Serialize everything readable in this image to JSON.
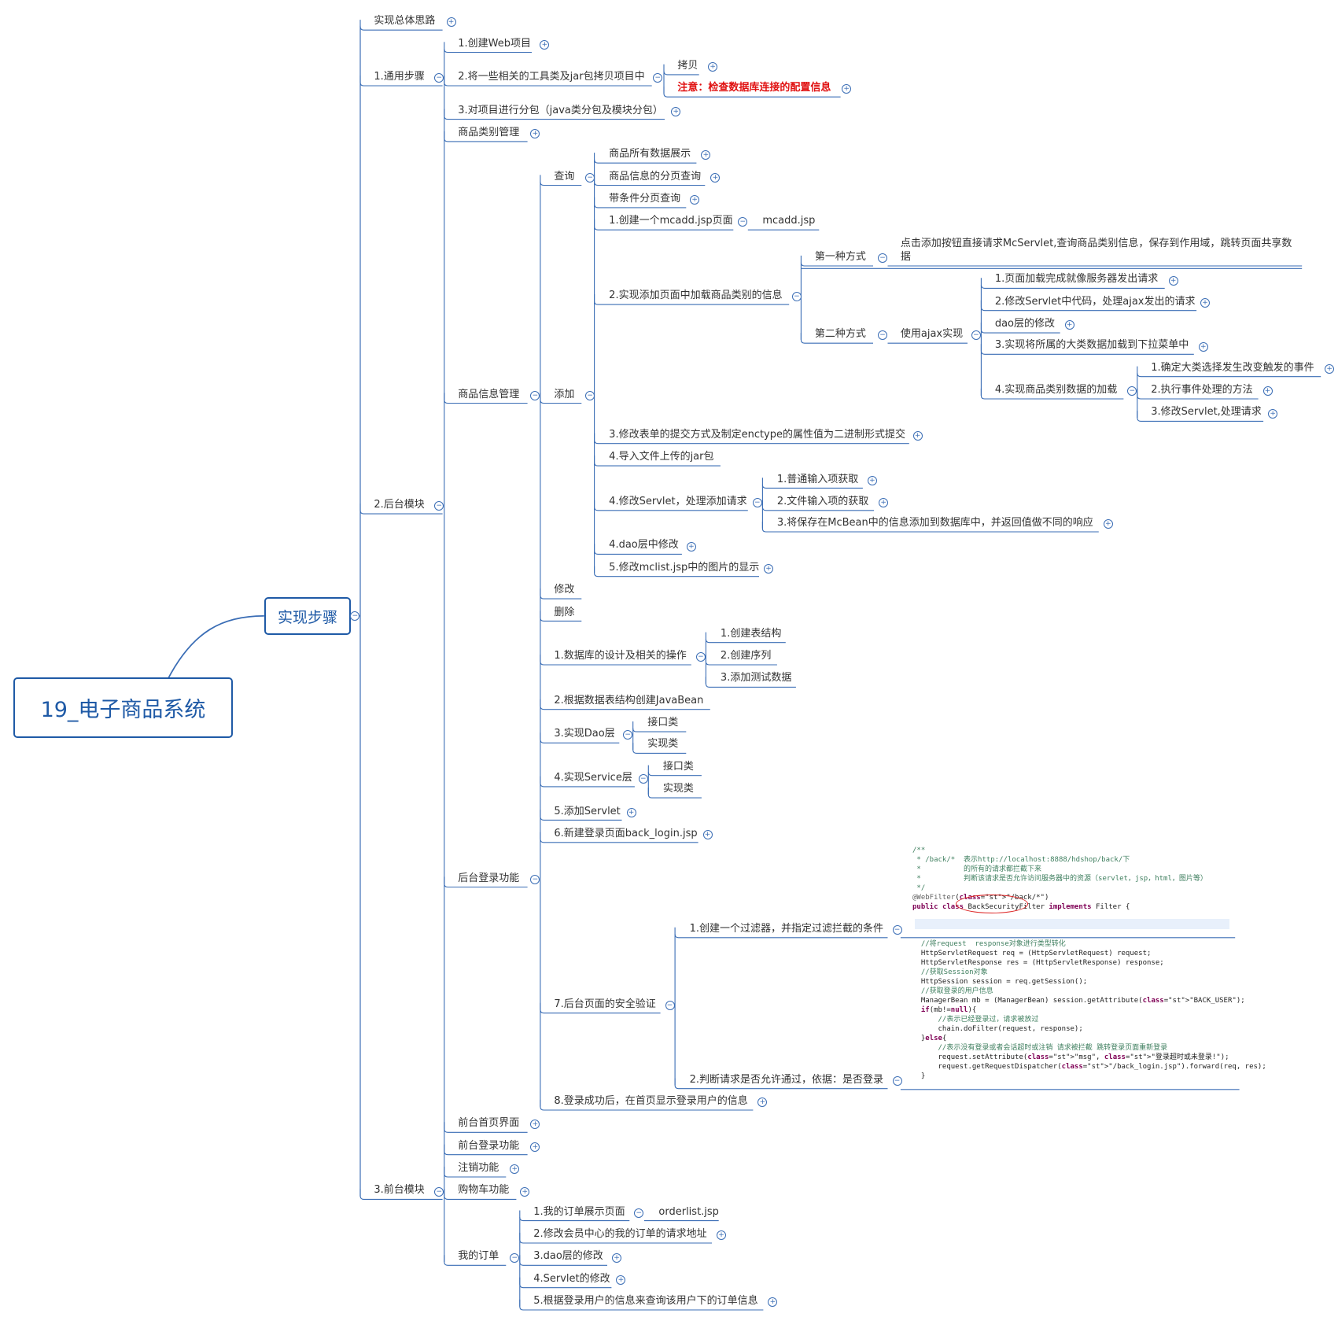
{
  "root": {
    "label": "19_电子商品系统"
  },
  "main": {
    "label": "实现步骤"
  },
  "nodes": {
    "n0": "实现总体思路",
    "n1": "1.通用步骤",
    "n1_1": "1.创建Web项目",
    "n1_2": "2.将一些相关的工具类及jar包拷贝项目中",
    "n1_2_1": "拷贝",
    "n1_2_2": "注意：检查数据库连接的配置信息",
    "n1_3": "3.对项目进行分包（java类分包及模块分包）",
    "n2": "2.后台模块",
    "n2_1": "商品类别管理",
    "n2_2": "商品信息管理",
    "q": "查询",
    "q1": "商品所有数据展示",
    "q2": "商品信息的分页查询",
    "q3": "带条件分页查询",
    "a": "添加",
    "a1": "1.创建一个mcadd.jsp页面",
    "a1_1": "mcadd.jsp",
    "a2": "2.实现添加页面中加载商品类别的信息",
    "w1": "第一种方式",
    "w1_1": "点击添加按钮直接请求McServlet,查询商品类别信息，保存到作用域，跳转页面共享数据",
    "w2": "第二种方式",
    "w2_1": "使用ajax实现",
    "j1": "1.页面加载完成就像服务器发出请求",
    "j2": "2.修改Servlet中代码，处理ajax发出的请求",
    "j3": "dao层的修改",
    "j4": "3.实现将所属的大类数据加载到下拉菜单中",
    "j5": "4.实现商品类别数据的加载",
    "j5_1": "1.确定大类选择发生改变触发的事件",
    "j5_2": "2.执行事件处理的方法",
    "j5_3": "3.修改Servlet,处理请求",
    "a3": "3.修改表单的提交方式及制定enctype的属性值为二进制形式提交",
    "a4": "4.导入文件上传的jar包",
    "a5": "4.修改Servlet，处理添加请求",
    "a5_1": "1.普通输入项获取",
    "a5_2": "2.文件输入项的获取",
    "a5_3": "3.将保存在McBean中的信息添加到数据库中，并返回值做不同的响应",
    "a6": "4.dao层中修改",
    "a7": "5.修改mclist.jsp中的图片的显示",
    "m": "修改",
    "d": "删除",
    "n2_3": "后台登录功能",
    "l1": "1.数据库的设计及相关的操作",
    "l1_1": "1.创建表结构",
    "l1_2": "2.创建序列",
    "l1_3": "3.添加测试数据",
    "l2": "2.根据数据表结构创建JavaBean",
    "l3": "3.实现Dao层",
    "l3_1": "接口类",
    "l3_2": "实现类",
    "l4": "4.实现Service层",
    "l4_1": "接口类",
    "l4_2": "实现类",
    "l5": "5.添加Servlet",
    "l6": "6.新建登录页面back_login.jsp",
    "l7": "7.后台页面的安全验证",
    "l7_1": "1.创建一个过滤器，并指定过滤拦截的条件",
    "l7_2": "2.判断请求是否允许通过，依据：是否登录",
    "l8": "8.登录成功后，在首页显示登录用户的信息",
    "n3": "3.前台模块",
    "f1": "前台首页界面",
    "f2": "前台登录功能",
    "f3": "注销功能",
    "f4": "购物车功能",
    "f5": "我的订单",
    "o1": "1.我的订单展示页面",
    "o1_1": "orderlist.jsp",
    "o2": "2.修改会员中心的我的订单的请求地址",
    "o3": "3.dao层的修改",
    "o4": "4.Servlet的修改",
    "o5": "5.根据登录用户的信息来查询该用户下的订单信息"
  },
  "code1": [
    "/**",
    " * /back/*  表示http://localhost:8888/hdshop/back/下",
    " *          的所有的请求都拦截下来",
    " *          判断该请求是否允许访问服务器中的资源（servlet，jsp，html，图片等）",
    " */",
    "@WebFilter(\"/back/*\")",
    "public class BackSecurityFilter implements Filter {"
  ],
  "code2": [
    "  //将request  response对象进行类型转化",
    "  HttpServletRequest req = (HttpServletRequest) request;",
    "  HttpServletResponse res = (HttpServletResponse) response;",
    "  //获取Session对象",
    "  HttpSession session = req.getSession();",
    "  //获取登录的用户信息",
    "  ManagerBean mb = (ManagerBean) session.getAttribute(\"BACK_USER\");",
    "  if(mb!=null){",
    "      //表示已经登录过，请求被放过",
    "      chain.doFilter(request, response);",
    "  }else{",
    "      //表示没有登录或者会话超时或注销 请求被拦截 跳转登录页面重新登录",
    "      request.setAttribute(\"msg\", \"登录超时或未登录!\");",
    "      request.getRequestDispatcher(\"/back_login.jsp\").forward(req, res);",
    "  }"
  ],
  "colors": {
    "line": "#3a6db5",
    "text": "#333333",
    "accent": "#1f5aa6",
    "warning": "#e01010"
  }
}
